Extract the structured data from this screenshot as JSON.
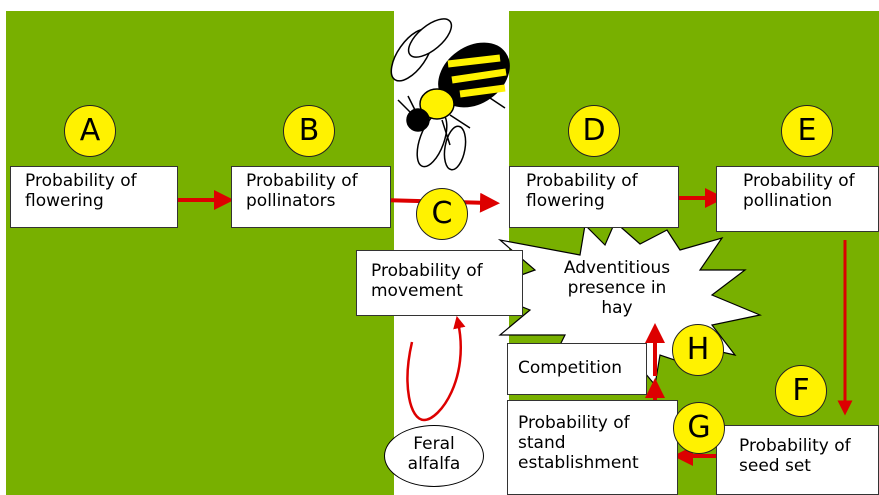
{
  "colors": {
    "field_green": "#78b000",
    "label_yellow": "#fff200",
    "arrow_red": "#dd0000",
    "box_white": "#ffffff"
  },
  "icon": "bee-icon",
  "labels": {
    "A": "A",
    "B": "B",
    "C": "C",
    "D": "D",
    "E": "E",
    "F": "F",
    "G": "G",
    "H": "H"
  },
  "nodes": {
    "a_flowering": "Probability of\nflowering",
    "b_pollinators": "Probability of\npollinators",
    "c_movement": "Probability of\nmovement",
    "d_flowering": "Probability of\nflowering",
    "e_pollination": "Probability of\npollination",
    "f_seed_set": "Probability of\nseed set",
    "g_stand": "Probability of\nstand\nestablishment",
    "h_competition": "Competition",
    "adventitious": "Adventitious\npresence in\nhay",
    "feral": "Feral\nalfalfa"
  }
}
